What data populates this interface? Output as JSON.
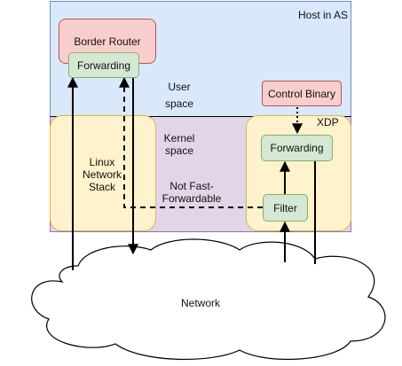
{
  "host_label": "Host in AS",
  "user_space": [
    "User",
    "space"
  ],
  "kernel_space": [
    "Kernel",
    "space"
  ],
  "linux_stack": [
    "Linux",
    "Network",
    "Stack"
  ],
  "not_fast": [
    "Not Fast-",
    "Forwardable"
  ],
  "xdp_label": "XDP",
  "network_label": "Network",
  "boxes": {
    "border_router": "Border Router",
    "router_forwarding": "Forwarding",
    "control_binary": "Control Binary",
    "xdp_forwarding": "Forwarding",
    "filter": "Filter"
  },
  "colors": {
    "user_space_bg": "#dae8fc",
    "kernel_space_bg": "#e1d5e7",
    "region_fill": "#fff2cc",
    "region_stroke": "#d6b656",
    "router_fill": "#f8cecc",
    "router_stroke": "#b85450",
    "green_fill": "#d5e8d4",
    "green_stroke": "#82b366"
  }
}
